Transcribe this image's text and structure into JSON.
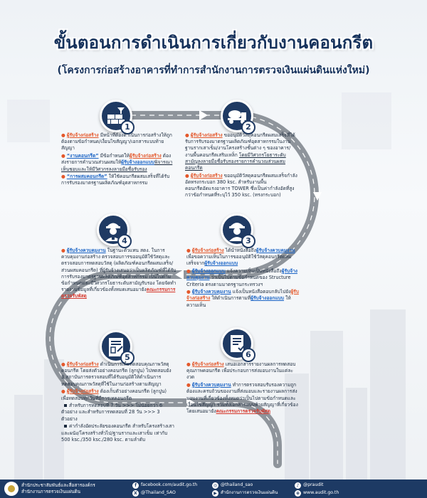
{
  "header": {
    "title": "ขั้นตอนการดำเนินการเกี่ยวกับงานคอนกรีต",
    "subtitle": "(โครงการก่อสร้างอาคารที่ทำการสำนักงานการตรวจเงินแผ่นดินแห่งใหม่)"
  },
  "steps": [
    {
      "number": "1",
      "icon": "bricks-trowel-icon",
      "paragraphs": [
        [
          {
            "t": "●",
            "c": "bul"
          },
          {
            "t": "ผู้รับจ้างก่อสร้าง",
            "c": "hl-o"
          },
          {
            "t": " มีหน้าที่ต้องดำเนินการก่อสร้างให้ถูกต้องตามข้อกำหนด/เงื่อนไขสัญญา/เอกสารแบบท้ายสัญญา"
          }
        ],
        [
          {
            "t": "●",
            "c": "bul"
          },
          {
            "t": "“งานคอนกรีต”",
            "c": "hl-b"
          },
          {
            "t": " มีข้อกำหนดให้"
          },
          {
            "t": "ผู้รับจ้างก่อสร้าง",
            "c": "hl-o"
          },
          {
            "t": " ต้องส่งรายการคำนวณส่วนผสมให้"
          },
          {
            "t": "ผู้รับจ้างออกแบบ",
            "c": "hl-b"
          },
          {
            "t": "พิจารณาเห็นชอบและให้มีวิศวกรลงลายมือชื่อรับรอง",
            "c": "u"
          }
        ],
        [
          {
            "t": "●",
            "c": "bul"
          },
          {
            "t": "“การผสมคอนกรีต”",
            "c": "hl-b"
          },
          {
            "t": " ให้ใช้คอนกรีตผสมเสร็จที่ได้รับการรับรองมาตรฐานผลิตภัณฑ์อุตสาหกรรม"
          }
        ]
      ]
    },
    {
      "number": "2",
      "icon": "concrete-mixer-truck-icon",
      "paragraphs": [
        [
          {
            "t": "●",
            "c": "bul"
          },
          {
            "t": "ผู้รับจ้างก่อสร้าง",
            "c": "hl-o"
          },
          {
            "t": " ขออนุมัติวัสดุคอนกรีตผสมเสร็จที่ได้รับการรับรองมาตรฐานผลิตภัณฑ์อุตสาหกรรมในงานฐานรากเสาเข็ม/งานโครงสร้างชั้นต่าง ๆ ของอาคาร/งานพื้นคอนกรีตเสริมเหล็ก "
          },
          {
            "t": "โดยมีวิศวกรโยธาระดับสามัญลงลายมือชื่อรับรองรายการคำนวณส่วนผสมคอนกรีต",
            "c": "u"
          }
        ],
        [
          {
            "t": "●",
            "c": "bul"
          },
          {
            "t": "ผู้รับจ้างก่อสร้าง",
            "c": "hl-o"
          },
          {
            "t": " ขออนุมัติวัสดุคอนกรีตผสมเสร็จกำลังอัดทรงกระบอก 380 ksc. สำหรับงานพื้นคอนกรีตอัดแรงอาคาร TOWER ซึ่งเป็นค่ากำลังอัดที่สูงกว่าข้อกำหนดที่ระบุไว้ 350 ksc. (ทรงกระบอก)"
          }
        ]
      ]
    },
    {
      "number": "3",
      "icon": "engineer-icon",
      "paragraphs": [
        [
          {
            "t": "●",
            "c": "bul"
          },
          {
            "t": "ผู้รับจ้างก่อสร้าง",
            "c": "hl-o"
          },
          {
            "t": " ได้นำหนังสือถึง"
          },
          {
            "t": "ผู้รับจ้างควบคุมงาน",
            "c": "hl-b"
          },
          {
            "t": " เพื่อขอความเห็นในการขออนุมัติใช้วัสดุคอนกรีตผสมเสร็จจาก"
          },
          {
            "t": "ผู้รับจ้างออกแบบ",
            "c": "hl-b"
          }
        ],
        [
          {
            "t": "●",
            "c": "bul"
          },
          {
            "t": "ผู้รับจ้างออกแบบ",
            "c": "hl-b"
          },
          {
            "t": " แจ้งความเห็นเป็นหนังสือถึง"
          },
          {
            "t": "ผู้รับจ้างควบคุมงาน",
            "c": "hl-b"
          },
          {
            "t": " ว่าเป็นไปตามข้อกำหนดของ Structure Criteria ตรงตามมาตรฐานกระทรวงฯ"
          }
        ],
        [
          {
            "t": "●",
            "c": "bul"
          },
          {
            "t": "ผู้รับจ้างควบคุมงาน",
            "c": "hl-b"
          },
          {
            "t": " แจ้งเป็นหนังสือตอบกลับไปยัง"
          },
          {
            "t": "ผู้รับจ้างก่อสร้าง",
            "c": "hl-o"
          },
          {
            "t": " ให้ดำเนินการตามที่"
          },
          {
            "t": "ผู้รับจ้างออกแบบ",
            "c": "hl-b"
          },
          {
            "t": " ให้ความเห็น"
          }
        ]
      ]
    },
    {
      "number": "4",
      "icon": "inspector-icon",
      "paragraphs": [
        [
          {
            "t": "●",
            "c": "bul"
          },
          {
            "t": "ผู้รับจ้างควบคุมงาน",
            "c": "hl-b"
          },
          {
            "t": " ในฐานะตัวแทน สตง. ในการควบคุมงานก่อสร้าง ตรวจสอบการขออนุมัติใช้วัสดุและตรวจสอบการทดสอบวัสดุ (ผลิตภัณฑ์คอนกรีตผสมเสร็จ/ส่วนผสมคอนกรีต) ที่ผู้รับจ้างเสนอว่าเป็นผลิตภัณฑ์ที่ได้รับการรับรองมาตรฐานผลิตภัณฑ์อุตสาหกรรม เป็นไปตามข้อกำหนดและมีวิศวกรโยธาระดับสามัญรับรอง โดยจัดทำรายงานข้อมูลที่เกี่ยวข้องทั้งหมดเสนอมายัง"
          },
          {
            "t": "คณะกรรมการตรวจรับพัสดุ",
            "c": "hl-r"
          }
        ]
      ]
    },
    {
      "number": "5",
      "icon": "document-plan-icon",
      "paragraphs": [
        [
          {
            "t": "●",
            "c": "bul"
          },
          {
            "t": "ผู้รับจ้างก่อสร้าง",
            "c": "hl-o"
          },
          {
            "t": " ดำเนินการเพื่อทดสอบคุณภาพวัสดุคอนกรีต โดยส่งตัวอย่างคอนกรีต (ลูกปูน) ไปทดสอบยัง 3 สถาบันการตรวจสอบที่ได้รับอนุมัติให้ดำเนินการทดสอบคุณภาพวัสดุที่ใช้ในงานก่อสร้างตามสัญญา"
          }
        ],
        [
          {
            "t": "●",
            "c": "bul"
          },
          {
            "t": "ผู้รับจ้างก่อสร้าง",
            "c": "hl-o"
          },
          {
            "t": " ต้องเก็บตัวอย่างคอนกรีต (ลูกปูน) เพื่อทดสอบทุกวันที่มีการเทคอนกรีต"
          }
        ],
        [
          {
            "t": "",
            "c": "sq"
          },
          {
            "t": "สำหรับการทดสอบที่ 7 วัน >>> ไม่น้อยกว่า 6 ตัวอย่าง และสำหรับการทดสอบที่ 28 วัน >>> 3 ตัวอย่าง"
          }
        ],
        [
          {
            "t": "",
            "c": "sq"
          },
          {
            "t": "ค่ากำลังอัดประลัยของคอนกรีต สำหรับโครงสร้างเสาและผนัง/โครงสร้างทั่วไป/ฐานรากและเสาเข็ม เท่ากับ 500 ksc./350 ksc./280 ksc. ตามลำดับ"
          }
        ]
      ]
    },
    {
      "number": "6",
      "icon": "report-icon",
      "paragraphs": [
        [
          {
            "t": "●",
            "c": "bul"
          },
          {
            "t": "ผู้รับจ้างก่อสร้าง",
            "c": "hl-o"
          },
          {
            "t": " เสนอเอกสารรายงานผลการทดสอบคุณภาพคอนกรีต เพื่อประกอบการส่งมอบงานในแต่ละงวด"
          }
        ],
        [
          {
            "t": "●",
            "c": "bul"
          },
          {
            "t": "ผู้รับจ้างควบคุมงาน",
            "c": "hl-b"
          },
          {
            "t": " ทำการตรวจสอบรับรองความถูกต้องและครบถ้วนของงานที่ส่งมอบและรายงานผลการส่งมอบงานที่เกี่ยวข้องทั้งหมดว่าเป็นไปตามข้อกำหนดและเงื่อนไขสัญญา รวมทั้งเอกสารแบบท้ายสัญญาที่เกี่ยวข้อง โดยเสนอมายัง"
          },
          {
            "t": "คณะกรรมการตรวจรับพัสดุ",
            "c": "hl-r"
          }
        ]
      ]
    }
  ],
  "footer": {
    "org_line_1": "สำนักประชาสัมพันธ์และสื่อสารองค์กร",
    "org_line_2": "สำนักงานการตรวจเงินแผ่นดิน",
    "facebook": "facebook.com/audit.go.th",
    "x_handle": "@Thailand_SAO",
    "instagram": "@thailand_sao",
    "youtube": "สำนักงานการตรวจเงินแผ่นดิน",
    "tiktok": "@praudit",
    "website": "www.audit.go.th"
  },
  "colors": {
    "navy": "#1f3a63",
    "road": "#8e949b",
    "orange_highlight": "#e4582b",
    "blue_highlight": "#1e66c6",
    "red_highlight": "#d63a2f"
  }
}
